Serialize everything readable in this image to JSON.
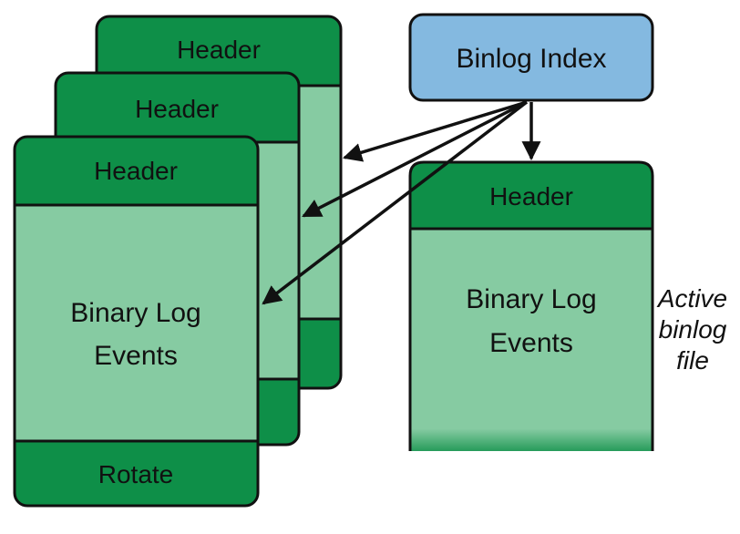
{
  "colors": {
    "header_dark_green": "#0e8f48",
    "body_light_green": "#86cba2",
    "index_blue": "#84b9e0",
    "stroke_black": "#111111"
  },
  "index": {
    "label": "Binlog Index"
  },
  "files": [
    {
      "header": "Header"
    },
    {
      "header": "Header"
    },
    {
      "header": "Header",
      "body_line1": "Binary Log",
      "body_line2": "Events",
      "footer": "Rotate"
    }
  ],
  "active_file": {
    "header": "Header",
    "body_line1": "Binary Log",
    "body_line2": "Events",
    "side_label": [
      "Active",
      "binlog",
      "file"
    ]
  }
}
